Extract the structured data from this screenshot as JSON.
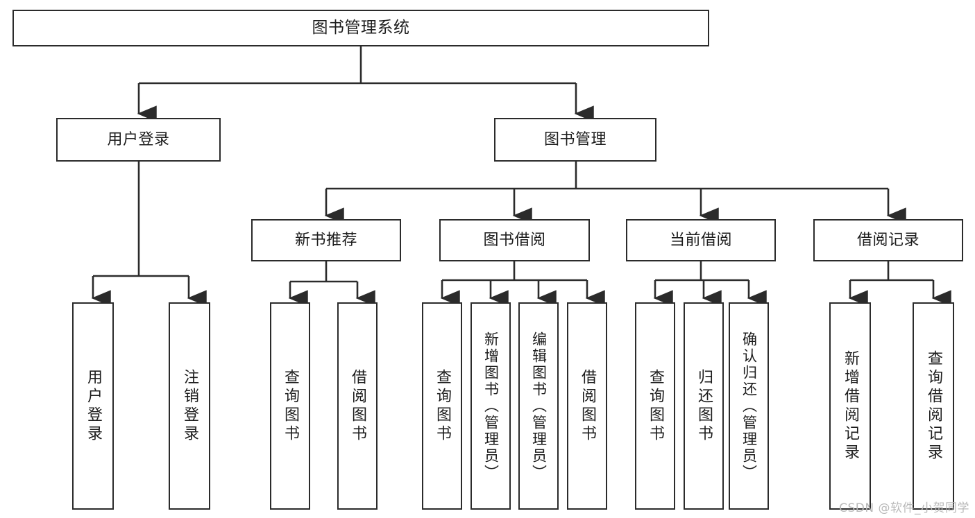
{
  "diagram": {
    "title": "图书管理系统",
    "type": "tree-hierarchy",
    "stroke_color": "#2b2b2b",
    "fill_color": "#ffffff",
    "text_color": "#1d1d1d"
  },
  "root": {
    "label": "图书管理系统"
  },
  "level2": [
    {
      "label": "用户登录"
    },
    {
      "label": "图书管理"
    }
  ],
  "level3": [
    {
      "label": "新书推荐"
    },
    {
      "label": "图书借阅"
    },
    {
      "label": "当前借阅"
    },
    {
      "label": "借阅记录"
    }
  ],
  "leaves": {
    "user_login": [
      {
        "label": "用户登录"
      },
      {
        "label": "注销登录"
      }
    ],
    "new_book": [
      {
        "label": "查询图书"
      },
      {
        "label": "借阅图书"
      }
    ],
    "borrow_book": [
      {
        "label": "查询图书"
      },
      {
        "label": "新增图书（管理员）"
      },
      {
        "label": "编辑图书（管理员）"
      },
      {
        "label": "借阅图书"
      }
    ],
    "current_borrow": [
      {
        "label": "查询图书"
      },
      {
        "label": "归还图书"
      },
      {
        "label": "确认归还（管理员）"
      }
    ],
    "borrow_record": [
      {
        "label": "新增借阅记录"
      },
      {
        "label": "查询借阅记录"
      }
    ]
  },
  "watermark": {
    "text": "CSDN @软件_小贺同学"
  }
}
